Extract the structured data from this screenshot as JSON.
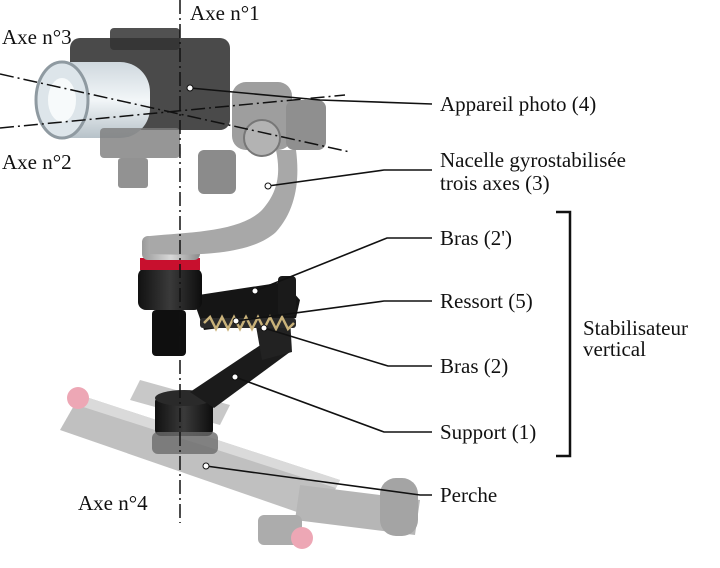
{
  "axes": {
    "axis_1": "Axe n°1",
    "axis_2": "Axe n°2",
    "axis_3": "Axe n°3",
    "axis_4": "Axe n°4"
  },
  "callouts": {
    "camera": "Appareil photo (4)",
    "gimbal_line1": "Nacelle gyrostabilisée",
    "gimbal_line2": "trois axes (3)",
    "arm_2prime": "Bras (2')",
    "spring": "Ressort (5)",
    "arm_2": "Bras (2)",
    "support": "Support (1)",
    "pole": "Perche"
  },
  "group": {
    "line1": "Stabilisateur",
    "line2": "vertical"
  }
}
